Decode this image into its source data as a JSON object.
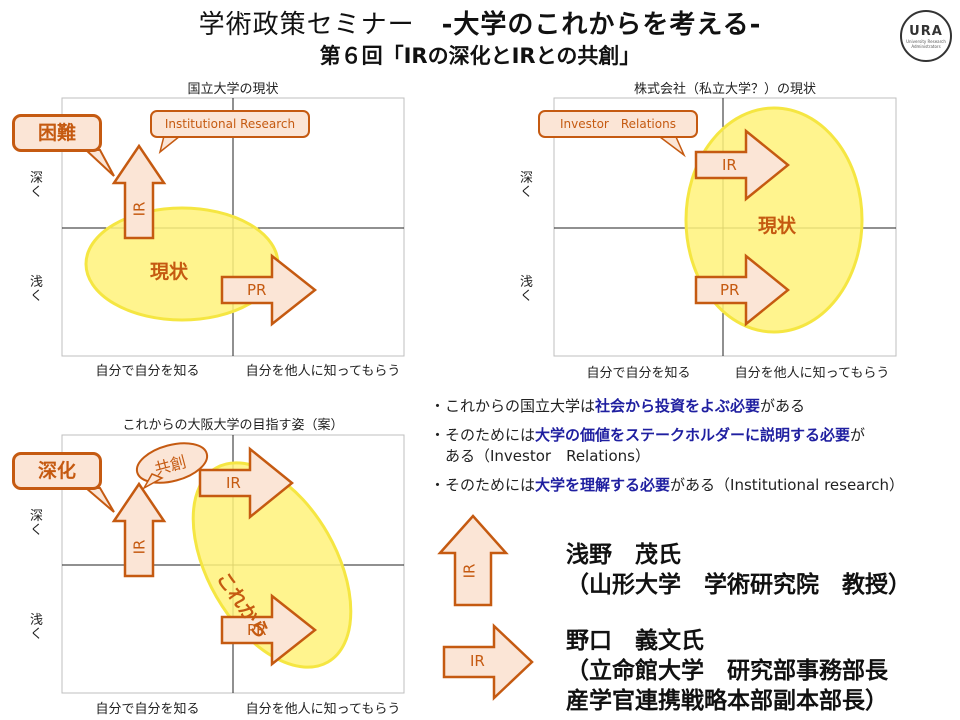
{
  "header": {
    "title_plain": "学術政策セミナー　",
    "title_bold": "-大学のこれからを考える-",
    "subtitle": "第６回「IRの深化とIRとの共創」",
    "logo_text": "URA",
    "logo_subtext": "University Research Administrators"
  },
  "quadrant_national": {
    "title": "国立大学の現状",
    "y_high": "深く",
    "y_low": "浅く",
    "x_left": "自分で自分を知る",
    "x_right": "自分を他人に知ってもらう",
    "ellipse_label": "現状",
    "callout_difficulty": "困難",
    "callout_ir": "Institutional Research",
    "arrow_up_label": "IR",
    "arrow_right_label": "PR"
  },
  "quadrant_company": {
    "title": "株式会社（私立大学？）の現状",
    "y_high": "深く",
    "y_low": "浅く",
    "x_left": "自分で自分を知る",
    "x_right": "自分を他人に知ってもらう",
    "ellipse_label": "現状",
    "callout_ir": "Investor　Relations",
    "arrow_top_label": "IR",
    "arrow_bottom_label": "PR"
  },
  "quadrant_osaka": {
    "title": "これからの大阪大学の目指す姿（案）",
    "y_high": "深く",
    "y_low": "浅く",
    "x_left": "自分で自分を知る",
    "x_right": "自分を他人に知ってもらう",
    "ellipse_label": "これから",
    "callout_deepen": "深化",
    "callout_cocreation": "共創",
    "arrow_up_label": "IR",
    "arrow_right_top_label": "IR",
    "arrow_right_bottom_label": "PR"
  },
  "bullets": [
    {
      "pre": "・これからの国立大学は",
      "hl": "社会から投資をよぶ必要",
      "post": "がある",
      "post2": ""
    },
    {
      "pre": "・そのためには",
      "hl": "大学の価値をステークホルダーに説明する必要",
      "post": "が",
      "post2": "　ある（Investor　Relations）"
    },
    {
      "pre": "・そのためには",
      "hl": "大学を理解する必要",
      "post": "がある（Institutional research）",
      "post2": ""
    }
  ],
  "speakers": [
    {
      "arrow_label": "IR",
      "name": "浅野　茂氏",
      "line2": "（山形大学　学術研究院　教授）",
      "line3": ""
    },
    {
      "arrow_label": "IR",
      "name": "野口　義文氏",
      "line2": "（立命館大学　研究部事務部長",
      "line3": "産学官連携戦略本部副本部長）"
    }
  ],
  "colors": {
    "accent_orange": "#c55a11",
    "fill_peach": "#fbe5d6",
    "ellipse_fill": "#fff27a",
    "highlight_blue": "#1f1fa0"
  }
}
